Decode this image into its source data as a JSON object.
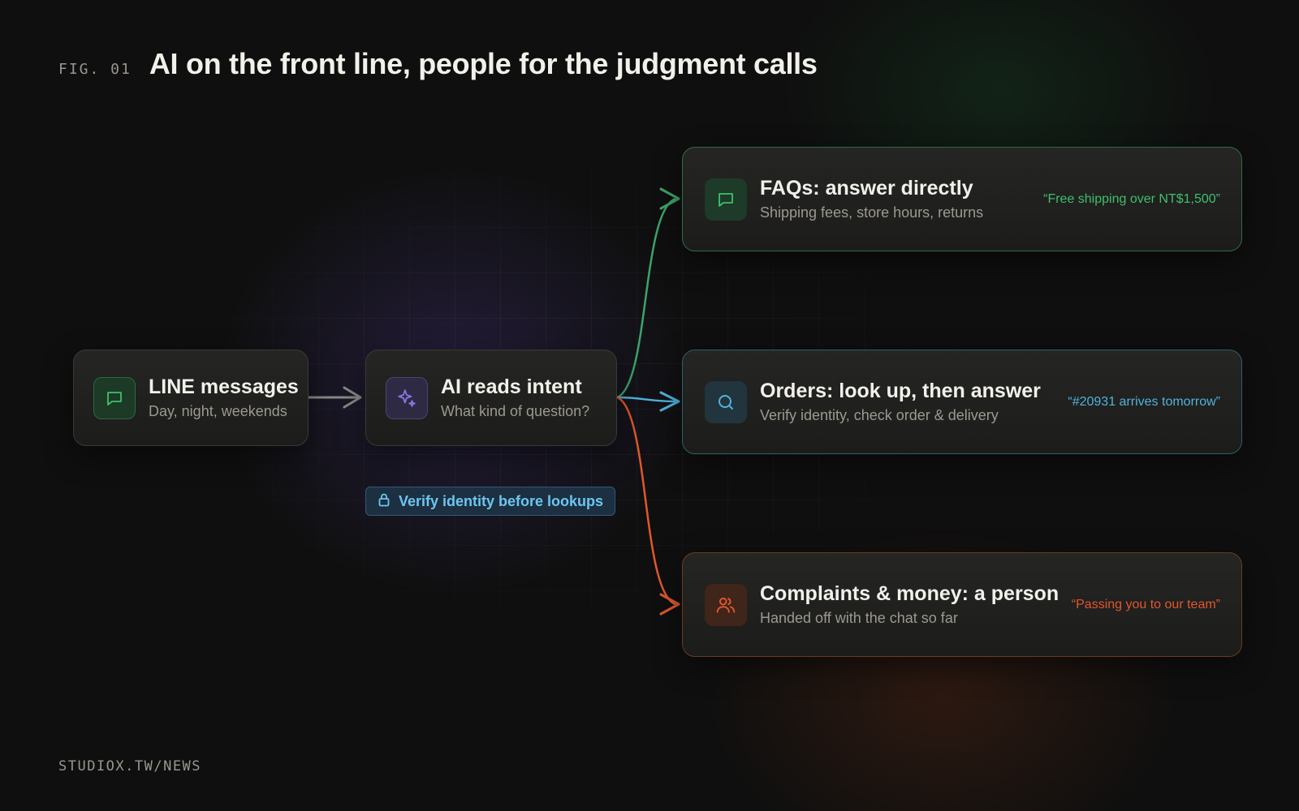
{
  "header": {
    "fig_label": "FIG. 01",
    "title": "AI on the front line, people for the judgment calls"
  },
  "footer": {
    "source": "STUDIOX.TW/NEWS"
  },
  "nodes": {
    "line": {
      "title": "LINE messages",
      "subtitle": "Day, night, weekends",
      "icon": "chat-bubble-icon"
    },
    "ai": {
      "title": "AI reads intent",
      "subtitle": "What kind of question?",
      "icon": "sparkle-icon"
    },
    "faq": {
      "title": "FAQs: answer directly",
      "subtitle": "Shipping fees, store hours, returns",
      "quote": "“Free shipping over NT$1,500”",
      "icon": "chat-bubble-icon"
    },
    "orders": {
      "title": "Orders: look up, then answer",
      "subtitle": "Verify identity, check order & delivery",
      "quote": "“#20931 arrives tomorrow”",
      "icon": "search-icon"
    },
    "complaints": {
      "title": "Complaints & money: a person",
      "subtitle": "Handed off with the chat so far",
      "quote": "“Passing you to our team”",
      "icon": "people-icon"
    }
  },
  "badge": {
    "text": "Verify identity before lookups",
    "icon": "lock-icon"
  },
  "colors": {
    "green": "#3aa56a",
    "blue": "#4fb3dd",
    "orange": "#e0582c",
    "purple": "#8a74e0",
    "gray_arrow": "#8a8a86"
  }
}
